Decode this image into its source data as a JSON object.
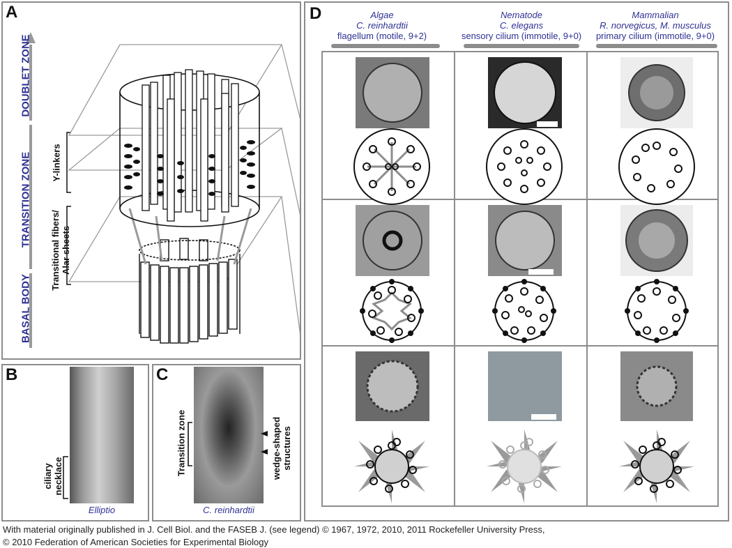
{
  "panels": {
    "a": {
      "label": "A"
    },
    "b": {
      "label": "B",
      "side_label_1": "ciliary",
      "side_label_2": "necklace",
      "caption": "Elliptio"
    },
    "c": {
      "label": "C",
      "left_label": "Transition zone",
      "right_label_1": "wedge-shaped",
      "right_label_2": "structures",
      "caption": "C. reinhardtii"
    },
    "d": {
      "label": "D"
    }
  },
  "zones": {
    "doublet": "DOUBLET ZONE",
    "transition": "TRANSITION ZONE",
    "basal": "BASAL BODY"
  },
  "side_labels": {
    "y_linkers": "Y-linkers",
    "transitional_1": "Transitional fibers/",
    "transitional_2": "Alar sheets"
  },
  "columns": [
    {
      "line1": "Algae",
      "line2": "C. reinhardtii",
      "line3": "flagellum (motile, 9+2)"
    },
    {
      "line1": "Nematode",
      "line2": "C. elegans",
      "line3": "sensory cilium (immotile, 9+0)"
    },
    {
      "line1": "Mammalian",
      "line2": "R. norvegicus, M. musculus",
      "line3": "primary cilium (immotile, 9+0)"
    }
  ],
  "footer": {
    "line1": "With material originally published in J. Cell Biol. and the FASEB J. (see legend) © 1967, 1972, 2010, 2011 Rockefeller University Press,",
    "line2": "© 2010 Federation of American Societies for Experimental Biology"
  },
  "colors": {
    "accent": "#2e3192",
    "panel_border": "#8c8c8c",
    "bar": "#8c8c8c"
  }
}
